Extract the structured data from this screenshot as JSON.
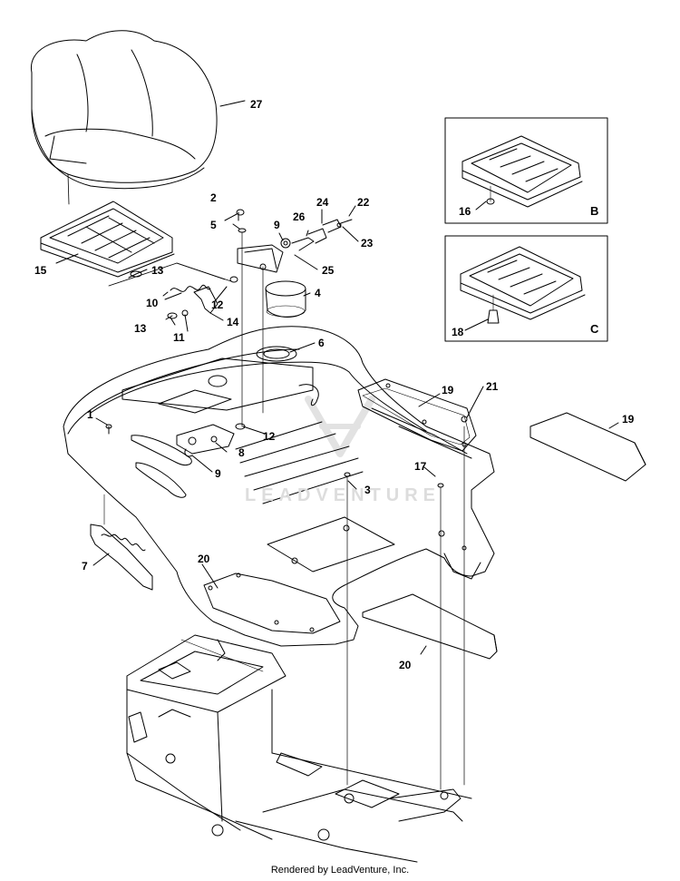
{
  "watermark_text": "LEADVENTURE",
  "footer_text": "Rendered by LeadVenture, Inc.",
  "callouts": {
    "c1": "1",
    "c2": "2",
    "c3": "3",
    "c4": "4",
    "c5": "5",
    "c6": "6",
    "c7": "7",
    "c8": "8",
    "c9a": "9",
    "c9b": "9",
    "c10": "10",
    "c11": "11",
    "c12a": "12",
    "c12b": "12",
    "c13a": "13",
    "c13b": "13",
    "c14": "14",
    "c15": "15",
    "c16": "16",
    "c17": "17",
    "c18": "18",
    "c19a": "19",
    "c19b": "19",
    "c20a": "20",
    "c20b": "20",
    "c21": "21",
    "c22": "22",
    "c23": "23",
    "c24": "24",
    "c25": "25",
    "c26": "26",
    "c27": "27"
  },
  "insets": {
    "b": "B",
    "c": "C"
  }
}
